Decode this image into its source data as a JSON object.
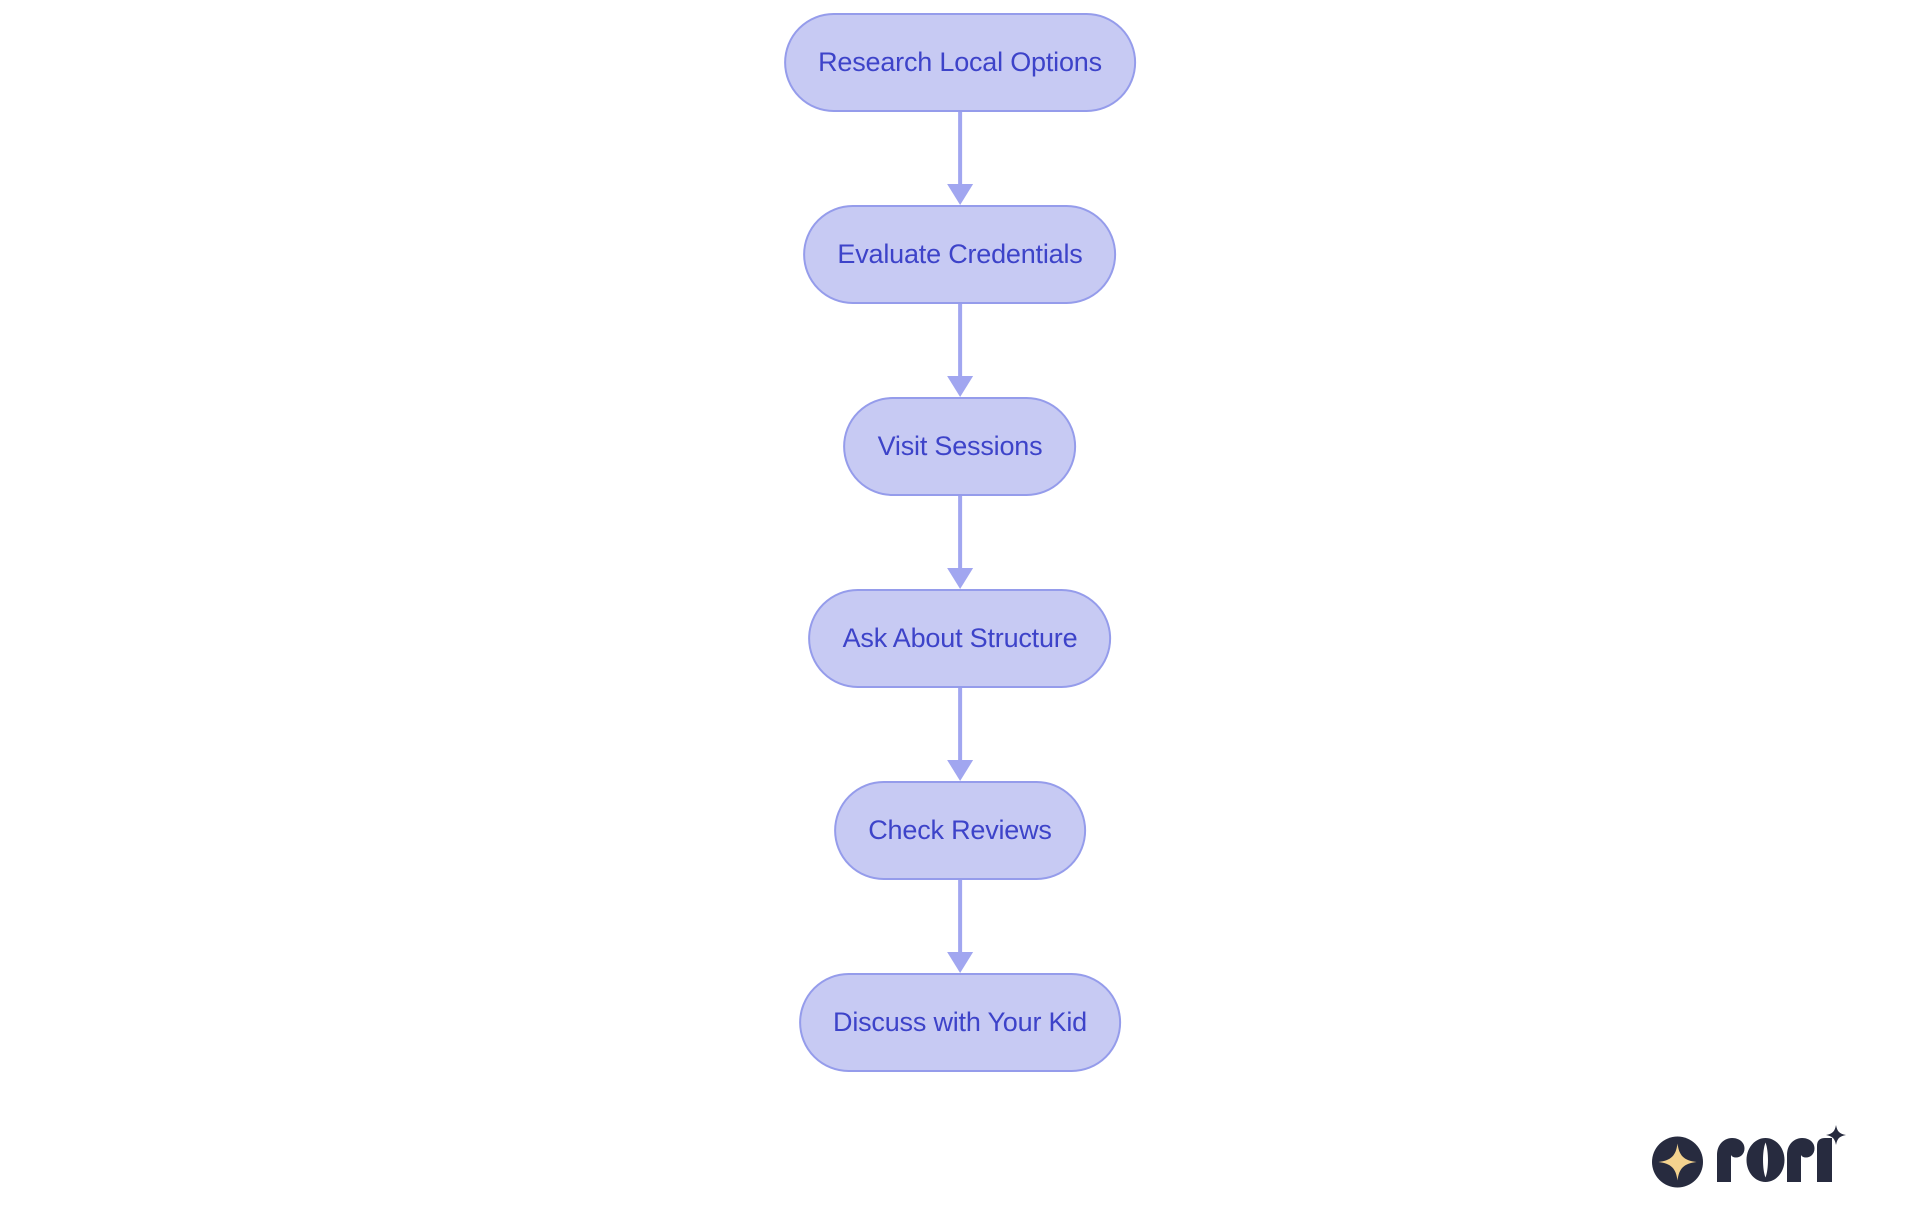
{
  "page": {
    "background": "#ffffff",
    "kind": "flowchart"
  },
  "flowchart": {
    "direction": "top-down",
    "nodes": [
      {
        "id": "1",
        "label": "Research Local Options"
      },
      {
        "id": "2",
        "label": "Evaluate Credentials"
      },
      {
        "id": "3",
        "label": "Visit Sessions"
      },
      {
        "id": "4",
        "label": "Ask About Structure"
      },
      {
        "id": "5",
        "label": "Check Reviews"
      },
      {
        "id": "6",
        "label": "Discuss with Your Kid"
      }
    ],
    "edges": [
      {
        "from": "1",
        "to": "2"
      },
      {
        "from": "2",
        "to": "3"
      },
      {
        "from": "3",
        "to": "4"
      },
      {
        "from": "4",
        "to": "5"
      },
      {
        "from": "5",
        "to": "6"
      }
    ],
    "colors": {
      "node_fill": "#c7caf3",
      "node_border": "#959ceb",
      "node_text": "#3d43c9",
      "arrow": "#a1a6f0"
    }
  },
  "branding": {
    "logo_text": "rori",
    "logo_colors": {
      "navy": "#272b3f",
      "cream": "#f3d28e"
    }
  }
}
